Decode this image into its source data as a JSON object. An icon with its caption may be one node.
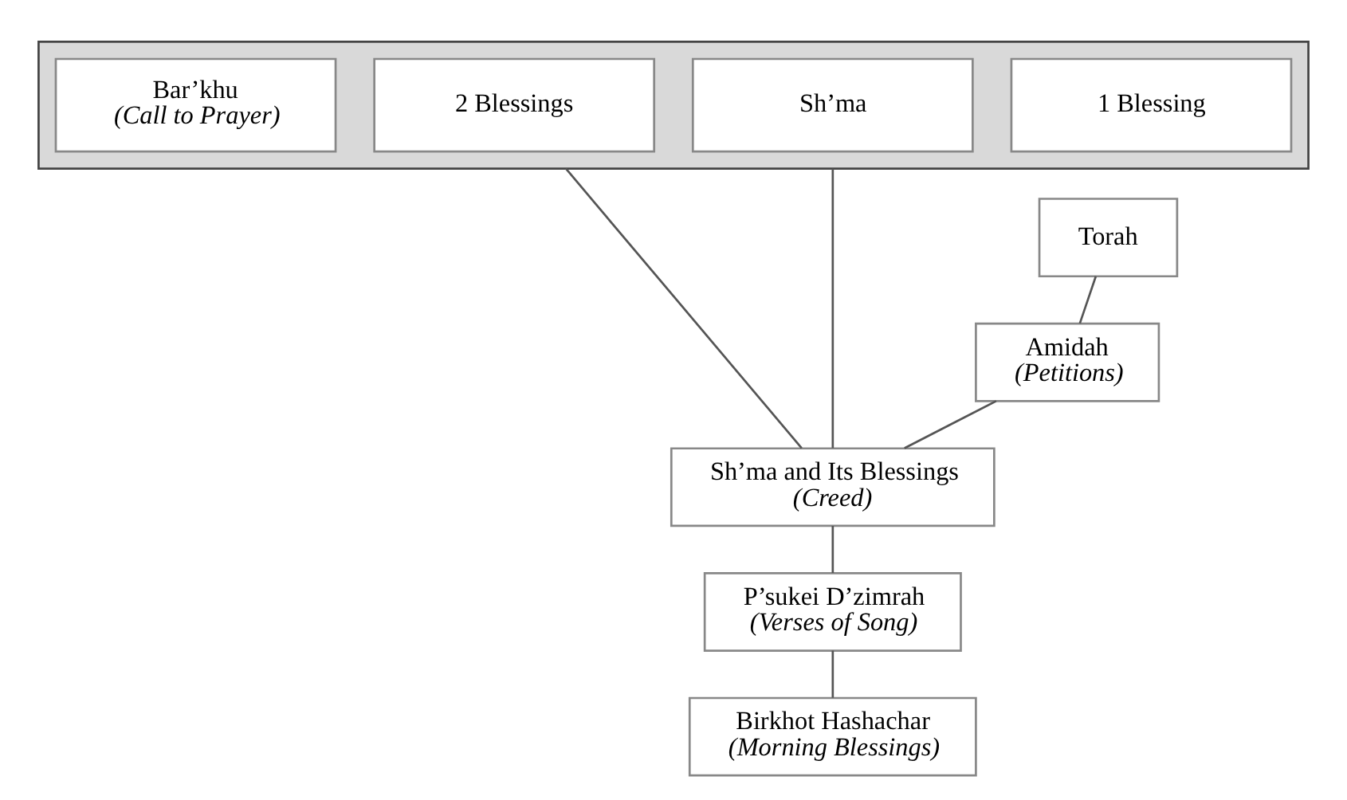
{
  "diagram": {
    "nodes": [
      {
        "text": [],
        "shape": "box"
      },
      {
        "text": [
          "Bar’khu",
          "(Call to Prayer)"
        ],
        "in": 0
      },
      {
        "text": [
          "2 Blessings"
        ],
        "in": 0
      },
      {
        "text": [
          "Sh’ma"
        ],
        "in": 0
      },
      {
        "text": [
          "1 Blessing"
        ],
        "in": 0
      },
      {
        "text": [
          "Torah"
        ]
      },
      {
        "text": [
          "Amidah",
          "(Petitions)"
        ]
      },
      {
        "text": [
          "Sh’ma and Its Blessings",
          "(Creed)"
        ]
      },
      {
        "text": [
          "P’sukei D’zimrah",
          "(Verses of Song)"
        ]
      },
      {
        "text": [
          "Birkhot Hashachar",
          "(Morning Blessings)"
        ]
      }
    ],
    "edges": [
      {
        "from": 9,
        "to": 8,
        "arrow": "none"
      },
      {
        "from": 8,
        "to": 7,
        "arrow": "none"
      },
      {
        "from": 7,
        "to": 6,
        "arrow": "none"
      },
      {
        "from": 6,
        "to": 5,
        "arrow": "none"
      },
      {
        "from": 7,
        "to": 0,
        "arrow": "none"
      },
      {
        "from": 7,
        "to": 0,
        "arrow": "none"
      }
    ]
  }
}
